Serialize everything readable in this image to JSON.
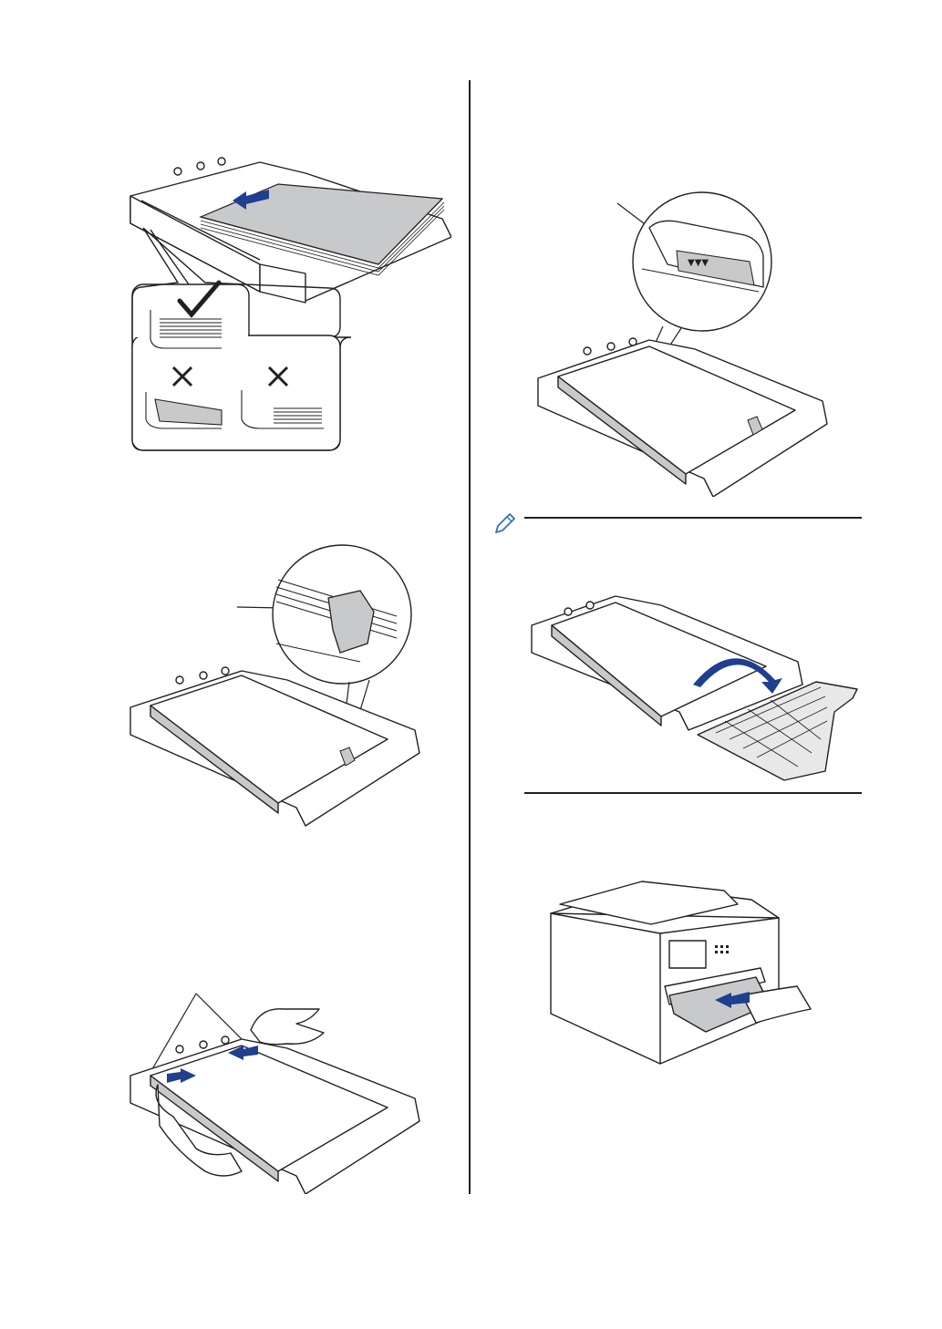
{
  "page": {
    "footer_marks": ""
  },
  "illustrations": {
    "fig1": {
      "name": "insert-paper-into-tray",
      "correct_mark": "✓",
      "wrong_mark": "✕"
    },
    "fig2": {
      "name": "length-guide-callout"
    },
    "fig3": {
      "name": "adjust-side-guides"
    },
    "fig4": {
      "name": "max-paper-mark-callout",
      "mark_glyphs": "▼▼▼"
    },
    "fig5": {
      "name": "attach-tray-cover"
    },
    "fig6": {
      "name": "push-tray-into-machine"
    }
  },
  "colors": {
    "ink": "#231f20",
    "accent": "#1f3f8f",
    "paper_gray": "#c8c9cb",
    "note_icon": "#3a6fb7"
  }
}
